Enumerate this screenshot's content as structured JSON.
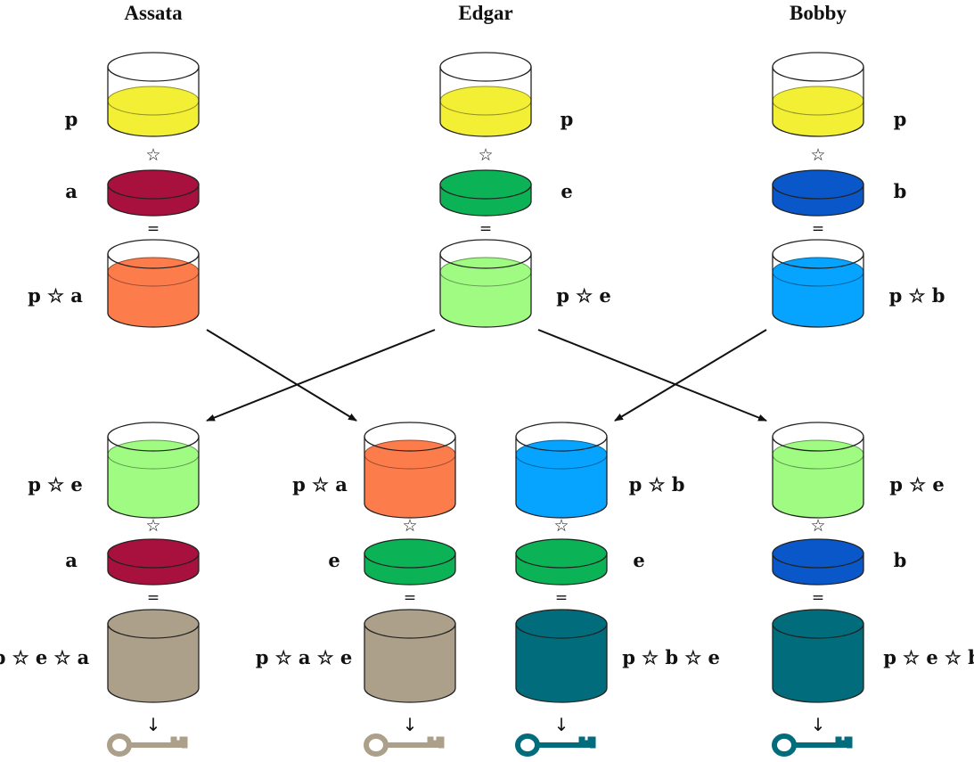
{
  "people": [
    {
      "name": "Assata",
      "public_label": "p",
      "secret_label": "a",
      "mix_label": "p ☆ a"
    },
    {
      "name": "Edgar",
      "public_label": "p",
      "secret_label": "e",
      "mix_label": "p ☆ e"
    },
    {
      "name": "Bobby",
      "public_label": "p",
      "secret_label": "b",
      "mix_label": "p ☆ b"
    }
  ],
  "bottom": [
    {
      "received_label": "p ☆ e",
      "secret_label": "a",
      "result_label": "p ☆ e ☆ a",
      "key_color": "tan"
    },
    {
      "received_label": "p ☆ a",
      "secret_label": "e",
      "result_label": "p ☆ a ☆ e",
      "key_color": "tan"
    },
    {
      "received_label": "p ☆ b",
      "secret_label": "e",
      "result_label": "p ☆ b ☆ e",
      "key_color": "teal"
    },
    {
      "received_label": "p ☆ e",
      "secret_label": "b",
      "result_label": "p ☆ e ☆ b",
      "key_color": "teal"
    }
  ],
  "symbols": {
    "star": "☆",
    "equals": "=",
    "arrow_down": "↓"
  },
  "colors": {
    "public": "#f2ef35",
    "secret_a": "#a8103e",
    "secret_e": "#0cb356",
    "secret_b": "#0a57c9",
    "mix_a": "#fd7c4c",
    "mix_e": "#a0fb82",
    "mix_b": "#06a3ff",
    "key_tan": "#ada08a",
    "key_teal": "#016d7c"
  }
}
